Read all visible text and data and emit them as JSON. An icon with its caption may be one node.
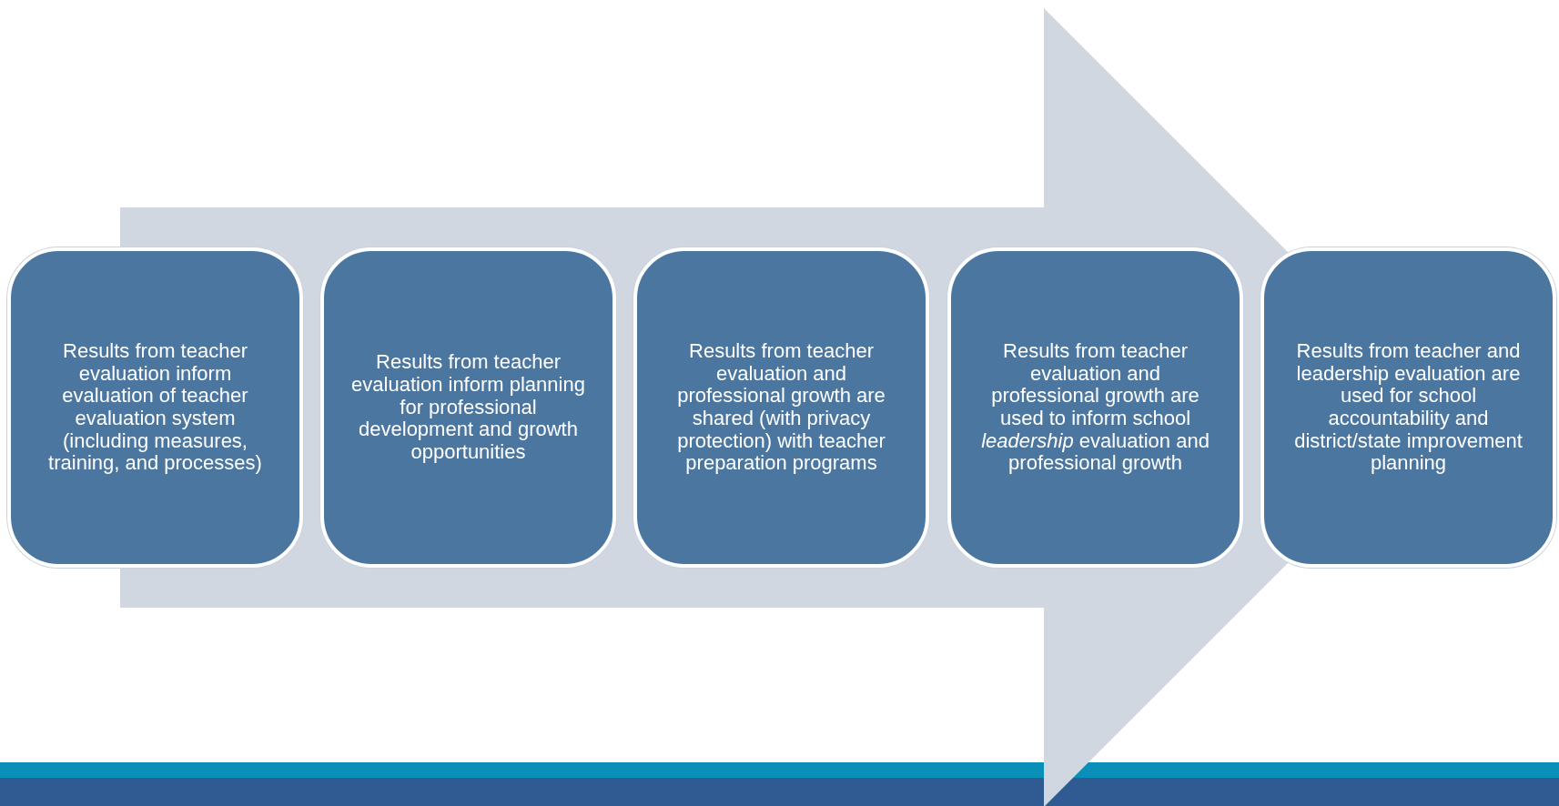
{
  "diagram": {
    "nodes": [
      {
        "text": [
          "Results from teacher evaluation inform evaluation of teacher evaluation system (including measures, training, and processes)"
        ]
      },
      {
        "text": [
          "Results from teacher evaluation inform planning for professional development and growth opportunities"
        ]
      },
      {
        "text": [
          "Results from teacher evaluation and professional growth are shared (with privacy protection) with teacher preparation programs"
        ]
      },
      {
        "text": [
          "Results from teacher evaluation and professional growth are used to inform school *leadership* evaluation and professional growth"
        ]
      },
      {
        "text": [
          "Results from teacher and leadership evaluation are used for school accountability and district/state improvement planning"
        ]
      }
    ],
    "edges": [
      {
        "from": 0,
        "to": 4,
        "arrow": "to"
      }
    ]
  }
}
